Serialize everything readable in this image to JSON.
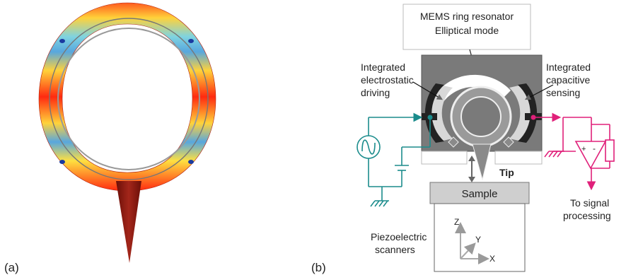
{
  "panel_a": {
    "label": "(a)"
  },
  "panel_b": {
    "label": "(b)",
    "title_line1": "MEMS ring resonator",
    "title_line2": "Elliptical mode",
    "left_label_line1": "Integrated",
    "left_label_line2": "electrostatic",
    "left_label_line3": "driving",
    "right_label_line1": "Integrated",
    "right_label_line2": "capacitive",
    "right_label_line3": "sensing",
    "tip_label": "Tip",
    "sample_label": "Sample",
    "scanner_line1": "Piezoelectric",
    "scanner_line2": "scanners",
    "axis_z": "Z",
    "axis_y": "Y",
    "axis_x": "X",
    "output_line1": "To signal",
    "output_line2": "processing",
    "amp_plus": "+",
    "amp_minus": "-"
  },
  "colors": {
    "teal_wire": "#1b8c8c",
    "magenta_wire": "#e0207a",
    "chip_gray": "#7a7a7a",
    "ring_gray": "#8a8a8a",
    "tip_red": "#8b1a10"
  }
}
